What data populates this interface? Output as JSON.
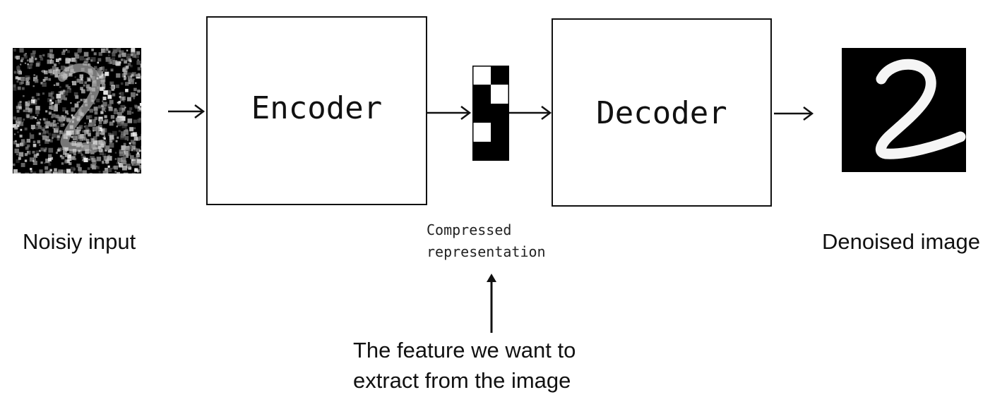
{
  "nodes": {
    "input": {
      "caption": "Noisiy input"
    },
    "encoder": {
      "label": "Encoder"
    },
    "latent": {
      "caption_line1": "Compressed",
      "caption_line2": "representation",
      "cells": [
        [
          "white",
          "black"
        ],
        [
          "black",
          "white"
        ],
        [
          "black",
          "black"
        ],
        [
          "white",
          "black"
        ],
        [
          "black",
          "black"
        ]
      ]
    },
    "decoder": {
      "label": "Decoder"
    },
    "output": {
      "caption": "Denoised image"
    }
  },
  "annotation": {
    "line1": "The feature we want to",
    "line2": "extract from the image"
  },
  "colors": {
    "stroke": "#111111",
    "background": "#ffffff",
    "image_bg": "#000000"
  }
}
